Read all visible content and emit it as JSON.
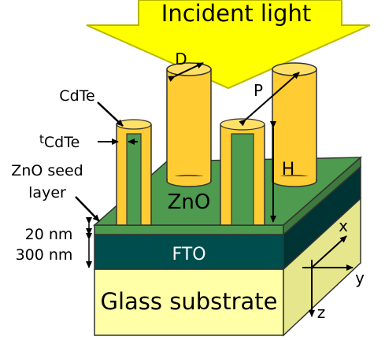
{
  "labels": {
    "incident_light": "Incident light",
    "cdte": "CdTe",
    "t_cdte_sub_t": "t",
    "t_cdte_sub": "CdTe",
    "zno_seed_line1": "ZnO seed",
    "zno_seed_line2": "layer",
    "zno_core": "ZnO",
    "fto": "FTO",
    "glass": "Glass substrate",
    "dim_d": "D",
    "dim_p": "P",
    "dim_h": "H",
    "thk_20": "20 nm",
    "thk_300": "300 nm",
    "axis_x": "x",
    "axis_y": "y",
    "axis_z": "z"
  },
  "colors": {
    "arrow_fill": "#FFFF00",
    "arrow_stroke": "#B8B800",
    "rod_yellow": "#FFCC33",
    "rod_top": "#FFE066",
    "seed_green": "#4E9A4E",
    "seed_green_side": "#3D7A3D",
    "fto_teal": "#004D4D",
    "fto_side": "#003333",
    "glass_fill": "#FFFFA8",
    "glass_side": "#E6E68C",
    "outline": "#333333"
  }
}
